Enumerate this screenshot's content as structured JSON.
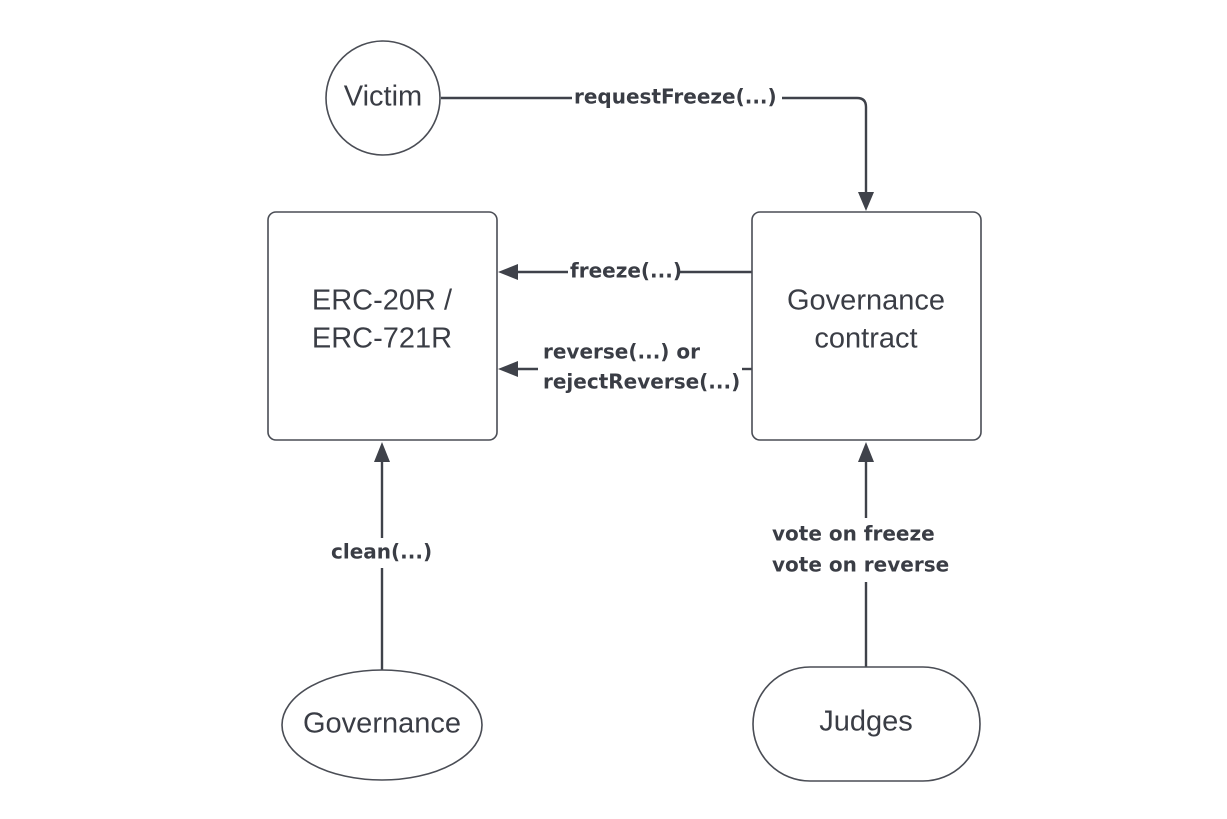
{
  "nodes": {
    "victim": "Victim",
    "token_line1": "ERC-20R /",
    "token_line2": "ERC-721R",
    "governance_contract_line1": "Governance",
    "governance_contract_line2": "contract",
    "governance": "Governance",
    "judges": "Judges"
  },
  "edges": {
    "request_freeze": "requestFreeze(...)",
    "freeze": "freeze(...)",
    "reverse_line1": "reverse(...) or",
    "reverse_line2": "rejectReverse(...)",
    "clean": "clean(...)",
    "vote_line1": "vote on freeze",
    "vote_line2": "vote on reverse"
  },
  "colors": {
    "stroke": "#4a4d55",
    "text": "#3a3d45"
  }
}
